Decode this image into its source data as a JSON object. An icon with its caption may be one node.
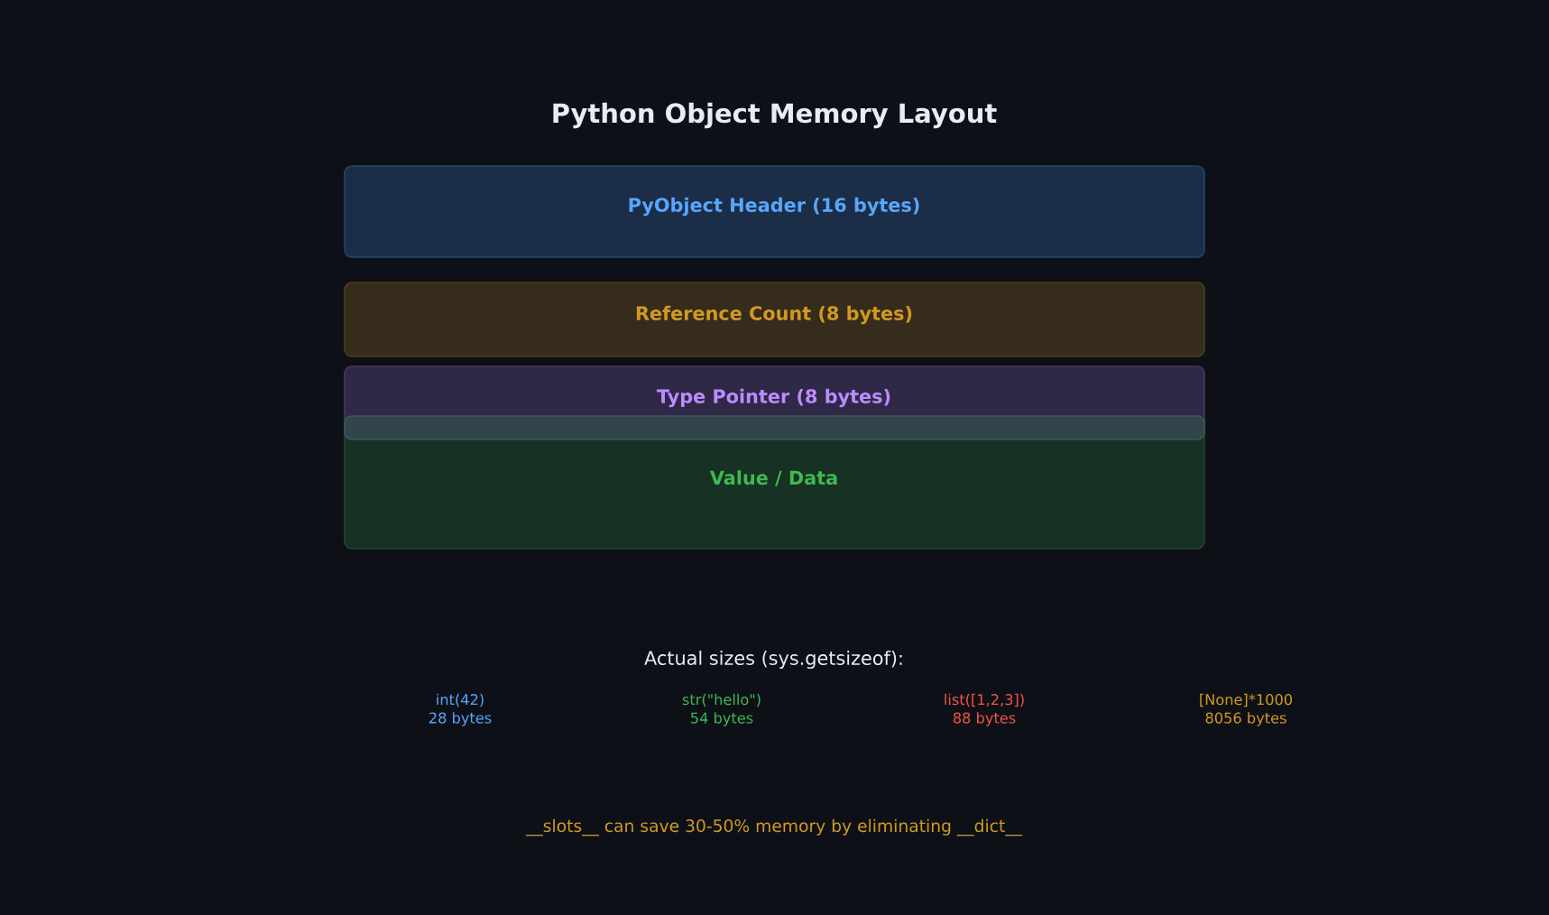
{
  "diagram": {
    "title": "Python Object Memory Layout",
    "nodes": [
      {
        "text": [
          "PyObject Header (16 bytes)"
        ]
      },
      {
        "text": [
          "Reference Count (8 bytes)"
        ]
      },
      {
        "text": [
          "Type Pointer (8 bytes)"
        ]
      },
      {
        "text": [
          "Value / Data"
        ]
      }
    ],
    "labels": [
      "Actual sizes (sys.getsizeof):",
      "int(42)",
      "str(\"hello\")",
      "list([1,2,3])",
      "[None]*1000",
      "28 bytes",
      "54 bytes",
      "88 bytes",
      "8056 bytes",
      "__slots__ can save 30-50% memory by eliminating __dict__"
    ]
  }
}
